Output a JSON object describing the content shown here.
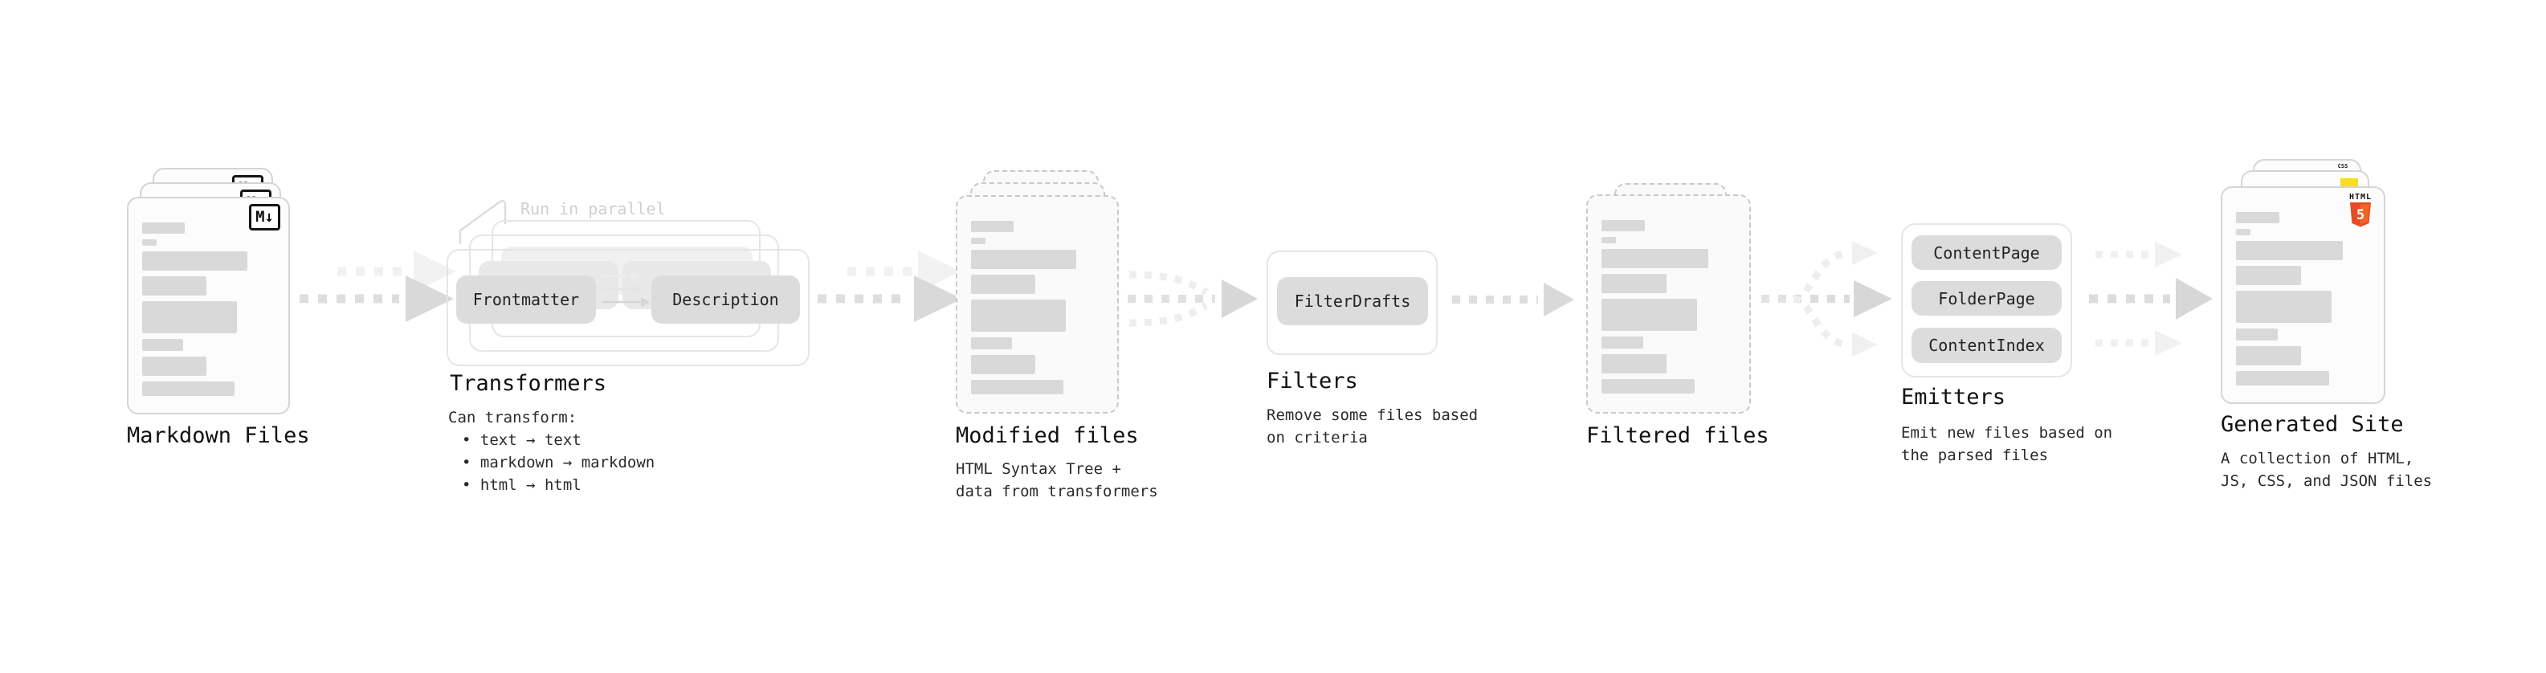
{
  "stages": {
    "markdown": {
      "label": "Markdown Files"
    },
    "transformers": {
      "label": "Transformers",
      "note": "Run in parallel",
      "box1": "Frontmatter",
      "box2": "Description",
      "caption": [
        "Can transform:",
        "• text → text",
        "• markdown → markdown",
        "• html → html"
      ]
    },
    "modified": {
      "label": "Modified files",
      "caption": [
        "HTML Syntax Tree +",
        "data from transformers"
      ]
    },
    "filters": {
      "label": "Filters",
      "box1": "FilterDrafts",
      "caption": [
        "Remove some files based",
        "on criteria"
      ]
    },
    "filtered": {
      "label": "Filtered files"
    },
    "emitters": {
      "label": "Emitters",
      "box1": "ContentPage",
      "box2": "FolderPage",
      "box3": "ContentIndex",
      "caption": [
        "Emit new files based on",
        "the parsed files"
      ]
    },
    "generated": {
      "label": "Generated Site",
      "caption": [
        "A collection of HTML,",
        "JS, CSS, and JSON files"
      ]
    }
  },
  "icons": {
    "markdown_badge": "M↓",
    "html5_label": "HTML",
    "html5_digit": "5",
    "css_label": "CSS"
  },
  "colors": {
    "html5_orange": "#e44d26",
    "html5_orange_light": "#f16529",
    "js_yellow": "#f7df1e",
    "css_blue": "#2965f1",
    "bar_gray": "#d9d9d9",
    "arrow_gray": "#d9d9d9",
    "note_gray": "#cfcfcf",
    "text_dark": "#1c1c1c"
  }
}
